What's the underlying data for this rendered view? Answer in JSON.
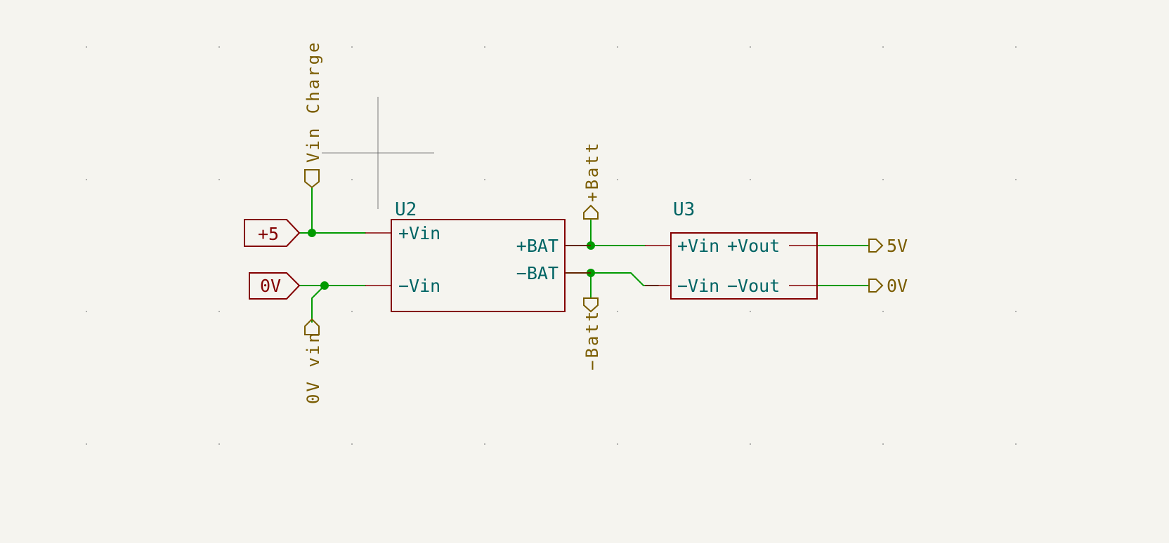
{
  "colors": {
    "background": "#f5f4ef",
    "wire": "#009a00",
    "junction": "#009a00",
    "component_body": "#840000",
    "component_pin": "#840000",
    "reference_text": "#006464",
    "pin_text": "#006464",
    "power_symbol": "#840000",
    "global_label": "#7a5c00",
    "cursor": "#5a5a5a",
    "grid_dot": "#9a9a9a"
  },
  "components": {
    "u2": {
      "reference": "U2",
      "pins": {
        "vin_pos": "+Vin",
        "vin_neg": "−Vin",
        "bat_pos": "+BAT",
        "bat_neg": "−BAT"
      }
    },
    "u3": {
      "reference": "U3",
      "pins": {
        "vin_pos": "+Vin",
        "vin_neg": "−Vin",
        "vout_pos": "+Vout",
        "vout_neg": "−Vout"
      }
    }
  },
  "power_symbols": {
    "plus5": "+5",
    "zero_v": "0V"
  },
  "labels": {
    "vin_charge": "Vin Charge",
    "zero_v_vin": "0V vin",
    "plus_batt": "+Batt",
    "minus_batt": "−Batt",
    "out_5v": "5V",
    "out_0v": "0V"
  }
}
